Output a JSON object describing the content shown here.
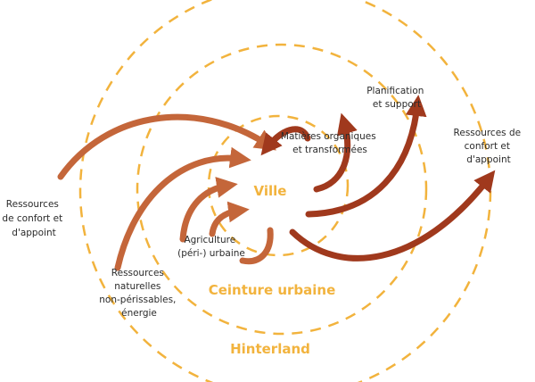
{
  "zones": {
    "city": "Ville",
    "urban_belt": "Ceinture urbaine",
    "hinterland": "Hinterland"
  },
  "flows": {
    "comfort_in": [
      "Ressources",
      "de confort et",
      "d'appoint"
    ],
    "natural_resources": [
      "Ressources",
      "naturelles",
      "non-périssables,",
      "énergie"
    ],
    "agriculture": [
      "Agriculture",
      "(péri-) urbaine"
    ],
    "organic_matter": [
      "Matières organiques",
      "et transformées"
    ],
    "planning": [
      "Planification",
      "et support"
    ],
    "comfort_out": [
      "Ressources de",
      "confort et",
      "d'appoint"
    ]
  },
  "colors": {
    "ring": "#f2b33d",
    "inflow": "#c4663a",
    "outflow": "#a0391d",
    "text": "#2b2b2b"
  }
}
